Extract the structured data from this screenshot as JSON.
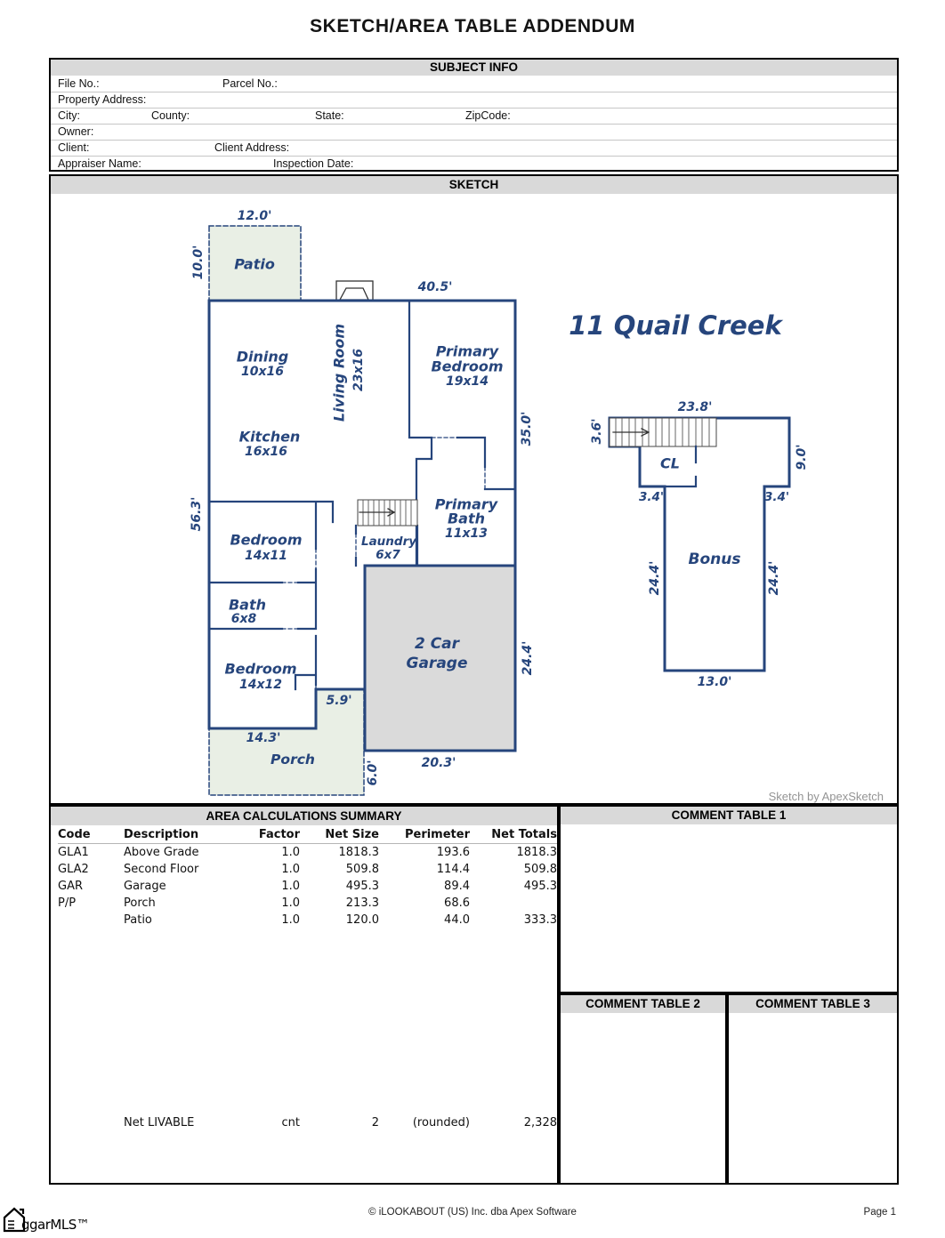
{
  "title": "SKETCH/AREA TABLE ADDENDUM",
  "subject_info": {
    "header": "SUBJECT INFO",
    "fields": {
      "file_no": "File No.:",
      "parcel_no": "Parcel No.:",
      "property_address": "Property Address:",
      "city": "City:",
      "county": "County:",
      "state": "State:",
      "zipcode": "ZipCode:",
      "owner": "Owner:",
      "client": "Client:",
      "client_address": "Client Address:",
      "appraiser_name": "Appraiser Name:",
      "inspection_date": "Inspection Date:"
    }
  },
  "sketch": {
    "header": "SKETCH",
    "plan_title": "11 Quail Creek",
    "credit": "Sketch by ApexSketch",
    "labels": {
      "patio": "Patio",
      "patio_w": "12.0'",
      "patio_h": "10.0'",
      "top_w": "40.5'",
      "right_h": "35.0'",
      "left_h": "56.3'",
      "dining": "Dining",
      "dining_d": "10x16",
      "living": "Living Room",
      "living_d": "23x16",
      "primary_bed_1": "Primary",
      "primary_bed_2": "Bedroom",
      "primary_bed_d": "19x14",
      "kitchen": "Kitchen",
      "kitchen_d": "16x16",
      "bed1": "Bedroom",
      "bed1_d": "14x11",
      "bath": "Bath",
      "bath_d": "6x8",
      "bed2": "Bedroom",
      "bed2_d": "14x12",
      "laundry": "Laundry",
      "laundry_d": "6x7",
      "primary_bath_1": "Primary",
      "primary_bath_2": "Bath",
      "primary_bath_d": "11x13",
      "garage_1": "2 Car",
      "garage_2": "Garage",
      "garage_w": "20.3'",
      "garage_h": "24.4'",
      "step": "5.9'",
      "porch": "Porch",
      "porch_w": "14.3'",
      "porch_h": "6.0'",
      "stairs_w": "23.8'",
      "stairs_h": "3.6'",
      "upper_right": "9.0'",
      "cl": "CL",
      "jog_l": "3.4'",
      "jog_r": "3.4'",
      "bonus": "Bonus",
      "bonus_l": "24.4'",
      "bonus_r": "24.4'",
      "bonus_w": "13.0'"
    }
  },
  "area_table": {
    "header": "AREA CALCULATIONS SUMMARY",
    "columns": [
      "Code",
      "Description",
      "Factor",
      "Net Size",
      "Perimeter",
      "Net Totals"
    ],
    "rows": [
      [
        "GLA1",
        "Above Grade",
        "1.0",
        "1818.3",
        "193.6",
        "1818.3"
      ],
      [
        "GLA2",
        "Second Floor",
        "1.0",
        "509.8",
        "114.4",
        "509.8"
      ],
      [
        "GAR",
        "Garage",
        "1.0",
        "495.3",
        "89.4",
        "495.3"
      ],
      [
        "P/P",
        "Porch",
        "1.0",
        "213.3",
        "68.6",
        ""
      ],
      [
        "",
        "Patio",
        "1.0",
        "120.0",
        "44.0",
        "333.3"
      ]
    ],
    "net_row": [
      "",
      "Net LIVABLE",
      "cnt",
      "2",
      "(rounded)",
      "2,328"
    ]
  },
  "comment_tables": {
    "t1": "COMMENT TABLE 1",
    "t2": "COMMENT TABLE 2",
    "t3": "COMMENT TABLE 3"
  },
  "footer": {
    "copyright": "© iLOOKABOUT (US) Inc. dba Apex Software",
    "page": "Page 1",
    "logo": "ggarMLS™"
  }
}
